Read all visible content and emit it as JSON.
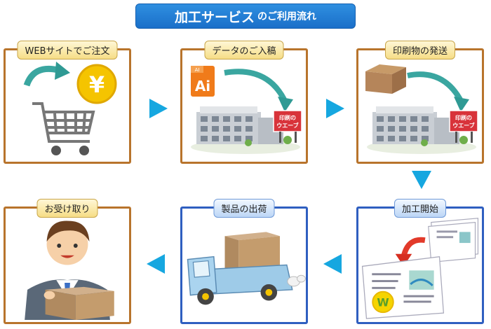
{
  "title": {
    "main": "加工サービス",
    "sub": "のご利用流れ"
  },
  "steps": [
    {
      "label": "WEBサイトでご注文"
    },
    {
      "label": "データのご入稿"
    },
    {
      "label": "印刷物の発送"
    },
    {
      "label": "加工開始"
    },
    {
      "label": "製品の出荷"
    },
    {
      "label": "お受け取り"
    }
  ],
  "sign_text": [
    "印刷の",
    "ウエーブ"
  ],
  "ai_icon": {
    "tab": "AI",
    "label": "Ai"
  },
  "yen_symbol": "¥",
  "logo_letter": "W",
  "colors": {
    "title_bg": "#1a6fc9",
    "orange_border": "#b8742c",
    "blue_border": "#2f5fc0",
    "flow_arrow": "#16a7e0"
  }
}
